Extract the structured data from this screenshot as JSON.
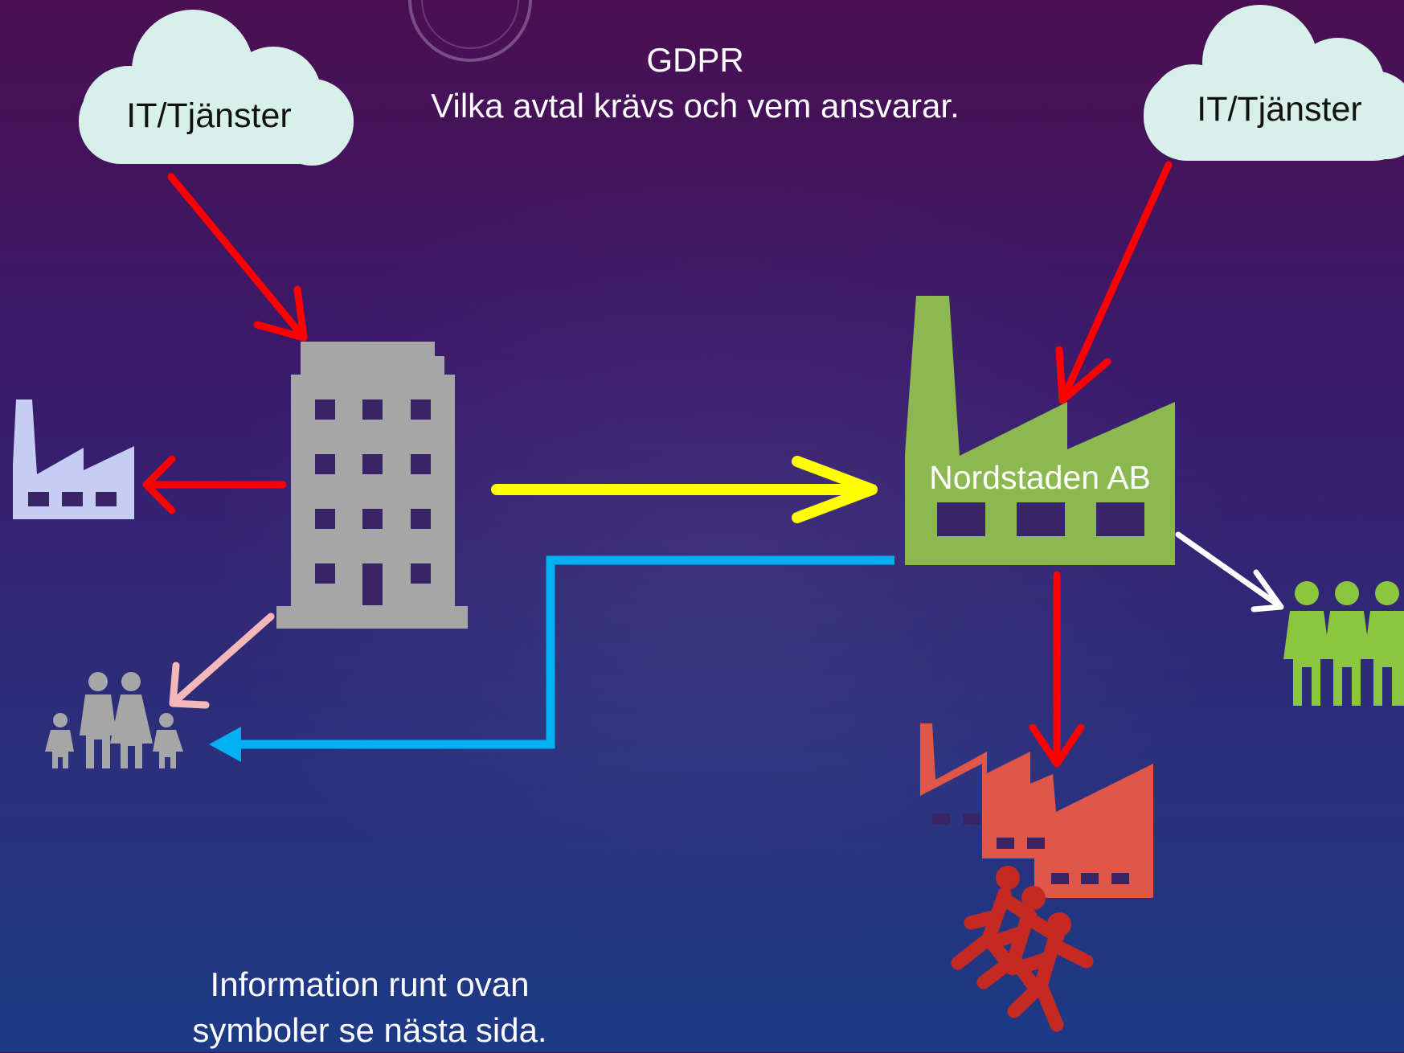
{
  "title": {
    "line1": "GDPR",
    "line2": "Vilka avtal krävs och vem ansvarar."
  },
  "clouds": [
    {
      "label": "IT/Tjänster"
    },
    {
      "label": "IT/Tjänster"
    }
  ],
  "main_factory": {
    "label": "Nordstaden AB"
  },
  "footer": {
    "line1": "Information runt ovan",
    "line2": "symboler se nästa sida."
  },
  "colors": {
    "background_top": "#4a0f52",
    "background_bottom": "#1d3a86",
    "cloud_fill": "#d8f0ea",
    "office_building": "#a6a6a6",
    "small_factory": "#c6ccf2",
    "main_factory": "#8cb850",
    "partner_factories": "#e0574a",
    "runners": "#c42a22",
    "group_people": "#8cc63f",
    "family": "#a6a6a6",
    "arrow_red": "#ff0000",
    "arrow_yellow": "#ffff00",
    "arrow_blue": "#00b0f0",
    "arrow_pink": "#f4b8b8",
    "arrow_white": "#ffffff"
  },
  "icons": [
    "cloud-icon",
    "office-building-icon",
    "small-factory-icon",
    "main-factory-icon",
    "partner-factories-icon",
    "family-icon",
    "people-group-icon",
    "running-people-icon"
  ]
}
